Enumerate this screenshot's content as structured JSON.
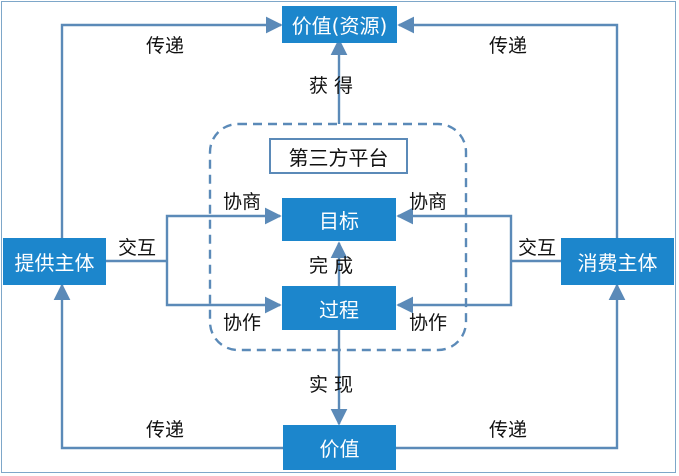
{
  "nodes": {
    "value_resource": "价值(资源)",
    "platform": "第三方平台",
    "goal": "目标",
    "process": "过程",
    "provider": "提供主体",
    "consumer": "消费主体",
    "value": "价值"
  },
  "labels": {
    "transmit_top_left": "传递",
    "transmit_top_right": "传递",
    "transmit_bottom_left": "传递",
    "transmit_bottom_right": "传递",
    "obtain": "获 得",
    "realize": "实 现",
    "complete": "完 成",
    "negotiate_left": "协商",
    "negotiate_right": "协商",
    "cooperate_left": "协作",
    "cooperate_right": "协作",
    "interact_left": "交互",
    "interact_right": "交互"
  },
  "colors": {
    "box_fill": "#1c86cc",
    "arrow": "#5b8ab8",
    "dashed_border": "#5b8ab8"
  }
}
